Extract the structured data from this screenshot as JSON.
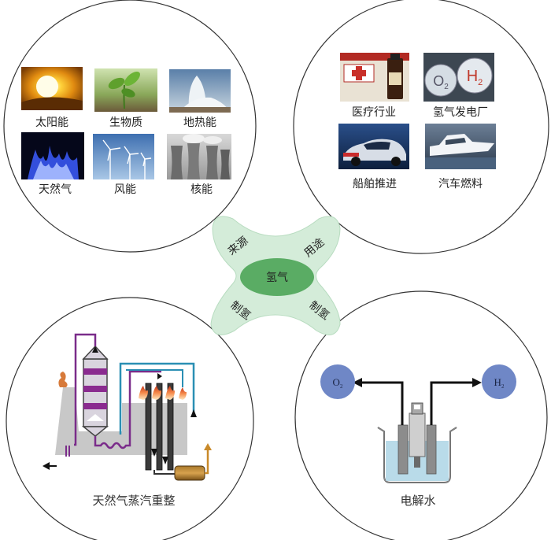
{
  "center": {
    "label": "氢气",
    "top_left": "来源",
    "top_right": "用途",
    "bottom_left": "制氢",
    "bottom_right": "制氢"
  },
  "sources": {
    "items": [
      {
        "label": "太阳能",
        "icon": "sun-icon"
      },
      {
        "label": "生物质",
        "icon": "seedling-icon"
      },
      {
        "label": "地热能",
        "icon": "geyser-icon"
      },
      {
        "label": "天然气",
        "icon": "gas-flame-icon"
      },
      {
        "label": "风能",
        "icon": "wind-turbine-icon"
      },
      {
        "label": "核能",
        "icon": "cooling-tower-icon"
      }
    ]
  },
  "uses": {
    "items": [
      {
        "label": "医疗行业",
        "icon": "medical-kit-icon"
      },
      {
        "label": "氢气发电厂",
        "icon": "hydrogen-tank-icon"
      },
      {
        "label": "船舶推进",
        "icon": "hydrogen-car-icon"
      },
      {
        "label": "汽车燃料",
        "icon": "ship-icon"
      }
    ]
  },
  "reforming": {
    "caption": "天然气蒸汽重整"
  },
  "electrolysis": {
    "caption": "电解水",
    "o2_main": "O",
    "o2_sub": "2",
    "h2_main": "H",
    "h2_sub": "2"
  },
  "tank_labels": {
    "o2_main": "O",
    "o2_sub": "2",
    "h2_main": "H",
    "h2_sub": "2"
  },
  "colors": {
    "center_blob": "#d4ecd9",
    "center_ellipse": "#5aac64",
    "gas_bubble": "#6f87c6",
    "steam_pipe": "#7a2c8a",
    "water_pipe": "#2a8fb4"
  }
}
